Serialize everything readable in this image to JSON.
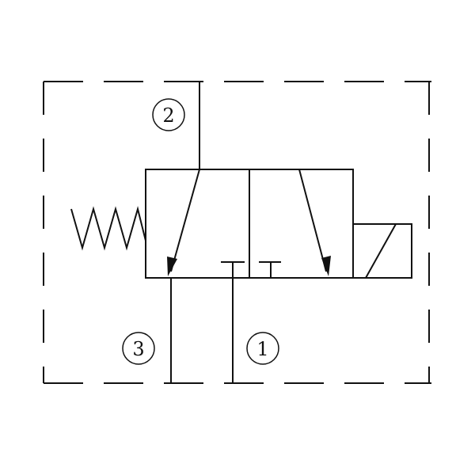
{
  "diagram": {
    "type": "hydraulic-valve-symbol",
    "description_visible": false,
    "ports": [
      {
        "id": "port-2",
        "label": "2"
      },
      {
        "id": "port-3",
        "label": "3"
      },
      {
        "id": "port-1",
        "label": "1"
      }
    ],
    "colors": {
      "line": "#111111",
      "background": "#ffffff"
    }
  }
}
